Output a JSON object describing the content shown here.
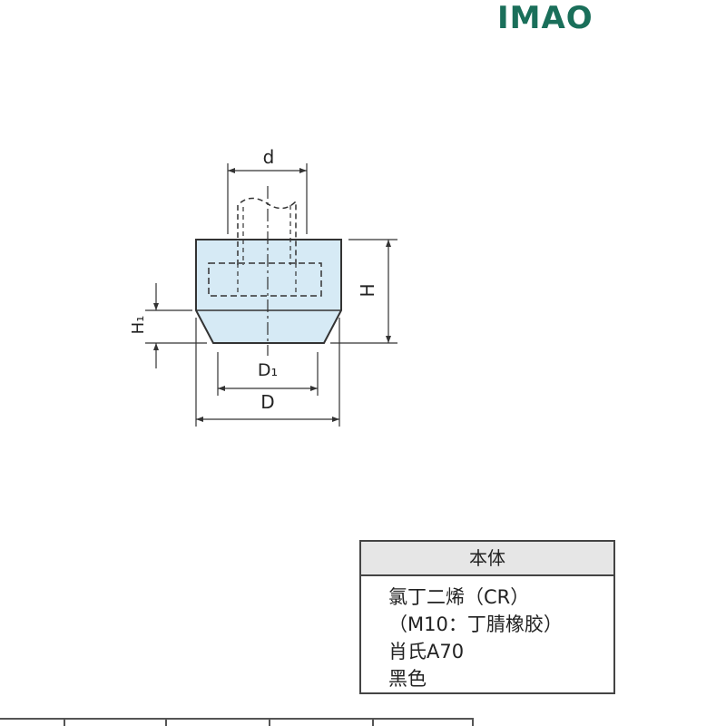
{
  "brand": {
    "logo_text": "IMAO",
    "color": "#1a6f5a"
  },
  "drawing": {
    "labels": {
      "d": "d",
      "H": "H",
      "H1": "H₁",
      "D1": "D₁",
      "D": "D"
    },
    "fill_color": "#d6eaf5",
    "line_color": "#333333"
  },
  "spec_table": {
    "header": "本体",
    "lines": [
      "氯丁二烯（CR）",
      "（M10：丁腈橡胶）",
      "肖氏A70",
      "黑色"
    ]
  }
}
